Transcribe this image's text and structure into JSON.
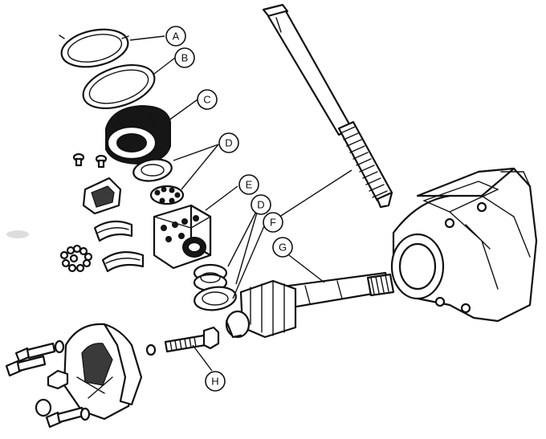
{
  "callouts": [
    {
      "id": "A",
      "label": "A"
    },
    {
      "id": "B",
      "label": "B"
    },
    {
      "id": "C",
      "label": "C"
    },
    {
      "id": "D1",
      "label": "D"
    },
    {
      "id": "E",
      "label": "E"
    },
    {
      "id": "D2",
      "label": "D"
    },
    {
      "id": "F",
      "label": "F"
    },
    {
      "id": "G",
      "label": "G"
    },
    {
      "id": "H",
      "label": "H"
    }
  ],
  "colors": {
    "line": "#111111",
    "background": "#ffffff"
  }
}
